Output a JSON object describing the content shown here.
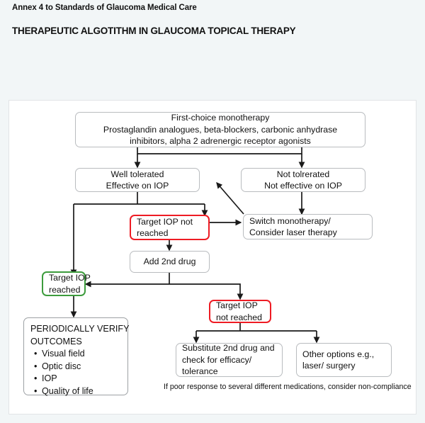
{
  "header": {
    "annex": "Annex 4 to Standards of Glaucoma Medical Care",
    "title": "THERAPEUTIC ALGOTITHM IN GLAUCOMA TOPICAL THERAPY"
  },
  "colors": {
    "page_background": "#f2f6f7",
    "chart_background": "#ffffff",
    "box_border": "#b9bcbf",
    "alert_border": "#ee1c24",
    "success_border": "#3d9c3d",
    "connector": "#1a1a1a",
    "text": "#111111"
  },
  "flowchart": {
    "type": "diagram",
    "nodes": {
      "first_choice": {
        "lines": [
          "First-choice monotherapy",
          "Prostaglandin analogues, beta-blockers, carbonic anhydrase",
          "inhibitors, alpha 2 adrenergic receptor agonists"
        ],
        "style": "grey",
        "align": "center"
      },
      "well_tolerated": {
        "lines": [
          "Well tolerated",
          "Effective on IOP"
        ],
        "style": "grey",
        "align": "center"
      },
      "not_tolerated": {
        "lines": [
          "Not tolrerated",
          "Not effective on IOP"
        ],
        "style": "grey",
        "align": "center"
      },
      "target_not_reached_1": {
        "lines": [
          "Target IOP not",
          "reached"
        ],
        "style": "red",
        "align": "left"
      },
      "switch_monotherapy": {
        "lines": [
          "Switch monotherapy/",
          "Consider laser therapy"
        ],
        "style": "grey",
        "align": "left"
      },
      "add_second_drug": {
        "lines": [
          "Add 2nd drug"
        ],
        "style": "grey",
        "align": "center"
      },
      "target_reached": {
        "lines": [
          "Target IOP",
          "reached"
        ],
        "style": "green",
        "align": "left"
      },
      "target_not_reached_2": {
        "lines": [
          "Target IOP",
          "not reached"
        ],
        "style": "red",
        "align": "left"
      },
      "substitute_second_drug": {
        "lines": [
          "Substitute 2nd drug and",
          "check for efficacy/",
          "tolerance"
        ],
        "style": "grey",
        "align": "left"
      },
      "other_options": {
        "lines": [
          "Other options e.g.,",
          "laser/ surgery"
        ],
        "style": "grey",
        "align": "left"
      }
    },
    "outcomes": {
      "heading_lines": [
        "PERIODICALLY VERIFY",
        "OUTCOMES"
      ],
      "items": [
        "Visual field",
        "Optic disc",
        "IOP",
        "Quality of life"
      ]
    },
    "footnote": "If poor response to several different medications, consider non-compliance"
  }
}
